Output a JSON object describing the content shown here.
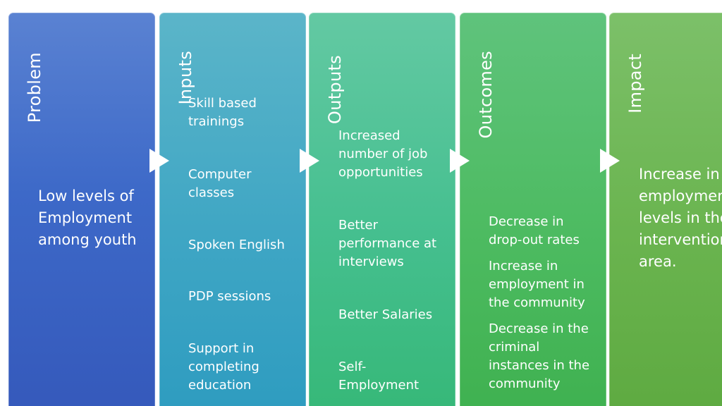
{
  "stages": [
    {
      "title": "Problem",
      "text": "Low levels of Employment among youth"
    },
    {
      "title": "Inputs",
      "items": [
        "Skill based\ntrainings",
        "Computer\nclasses",
        "Spoken English",
        "PDP sessions",
        "Support in\ncompleting\neducation"
      ]
    },
    {
      "title": "Outputs",
      "items": [
        "Increased\nnumber of job\nopportunities",
        "Better\nperformance at\ninterviews",
        "Better Salaries",
        "Self-\nEmployment"
      ]
    },
    {
      "title": "Outcomes",
      "items": [
        "Decrease in\ndrop-out rates",
        "Increase in\nemployment in\nthe community",
        "Decrease in the\ncriminal\ninstances in the\ncommunity"
      ]
    },
    {
      "title": "Impact",
      "text": "Increase in employment levels in the intervention area."
    }
  ]
}
